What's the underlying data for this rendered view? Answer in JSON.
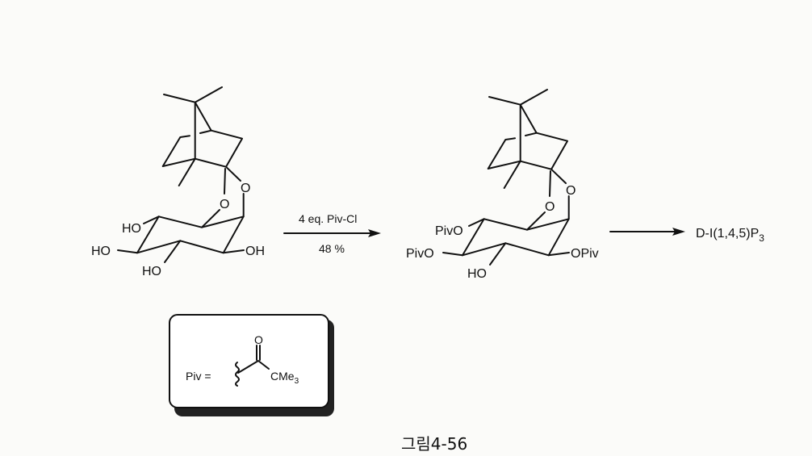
{
  "starting_material": {
    "substituents": {
      "o_upper": "O",
      "o_lower": "O",
      "ho_1": "HO",
      "ho_2": "HO",
      "ho_3": "HO",
      "oh_right": "OH"
    }
  },
  "reaction_1": {
    "reagent": "4 eq. Piv-Cl",
    "yield": "48 %"
  },
  "product": {
    "substituents": {
      "o_upper": "O",
      "o_lower": "O",
      "pivo_1": "PivO",
      "pivo_2": "PivO",
      "ho": "HO",
      "opiv_right": "OPiv"
    }
  },
  "final_product": {
    "label": "D-I(1,4,5)P",
    "subscript": "3"
  },
  "legend_box": {
    "piv_label": "Piv =",
    "carbonyl_o": "O",
    "group": "CMe",
    "group_subscript": "3"
  },
  "caption": "그림4-56"
}
